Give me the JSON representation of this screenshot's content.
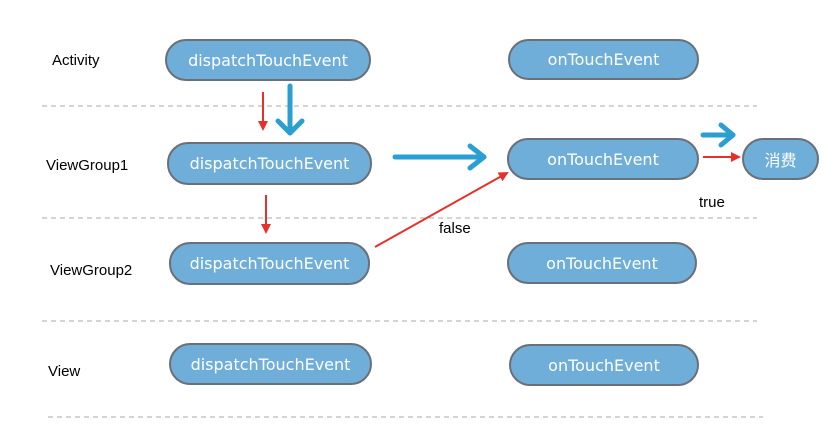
{
  "rows": [
    {
      "label": "Activity",
      "dispatch": "dispatchTouchEvent",
      "on_touch": "onTouchEvent"
    },
    {
      "label": "ViewGroup1",
      "dispatch": "dispatchTouchEvent",
      "on_touch": "onTouchEvent"
    },
    {
      "label": "ViewGroup2",
      "dispatch": "dispatchTouchEvent",
      "on_touch": "onTouchEvent"
    },
    {
      "label": "View",
      "dispatch": "dispatchTouchEvent",
      "on_touch": "onTouchEvent"
    }
  ],
  "consume_node": "消费",
  "edge_labels": {
    "true_label": "true",
    "false_label": "false"
  },
  "colors": {
    "node_fill": "#6eaed8",
    "node_border": "#6a6f78",
    "red_arrow": "#e8302b",
    "blue_arrow": "#2b9fd2",
    "separator": "#a8a8a8"
  }
}
